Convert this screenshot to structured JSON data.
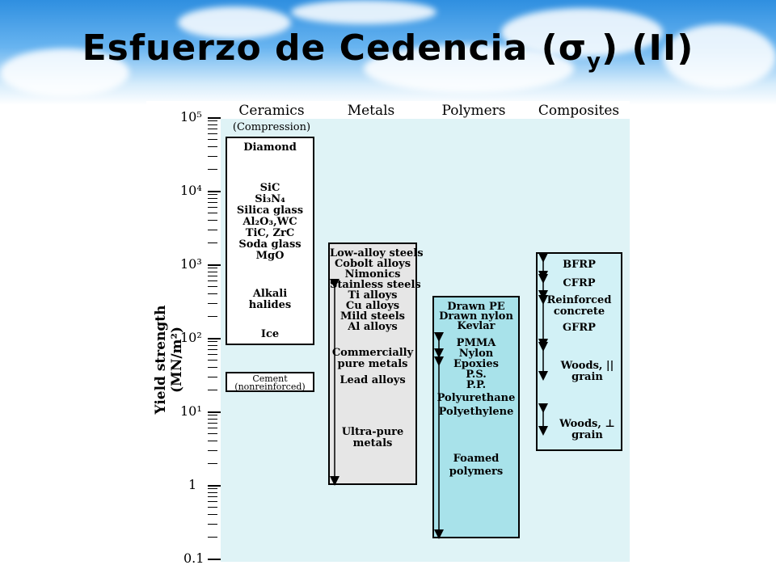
{
  "slide": {
    "title_main": "Esfuerzo de Cedencia (σ",
    "title_sub": "y",
    "title_tail": ")  (II)"
  },
  "figure": {
    "y_axis_title": "Yield strength (MN/m²)",
    "y_ticks": [
      "10⁵",
      "10⁴",
      "10³",
      "10²",
      "10¹",
      "1",
      "0.1"
    ],
    "columns": [
      "Ceramics",
      "Metals",
      "Polymers",
      "Composites"
    ],
    "ceramics": {
      "subtitle": "(Compression)",
      "items": [
        "Diamond",
        "SiC",
        "Si₃N₄",
        "Silica glass",
        "Al₂O₃,WC",
        "TiC, ZrC",
        "Soda glass",
        "MgO",
        "Alkali",
        "halides",
        "Ice"
      ],
      "cement_line1": "Cement",
      "cement_line2": "(nonreinforced)"
    },
    "metals": {
      "items": [
        "Low-alloy steels",
        "Cobolt alloys",
        "Nimonics",
        "Stainless steels",
        "Ti alloys",
        "Cu alloys",
        "Mild steels",
        "Al alloys",
        "Commercially",
        "pure metals",
        "Lead alloys",
        "Ultra-pure",
        "metals"
      ]
    },
    "polymers": {
      "items": [
        "Drawn PE",
        "Drawn nylon",
        "Kevlar",
        "PMMA",
        "Nylon",
        "Epoxies",
        "P.S.",
        "P.P.",
        "Polyurethane",
        "Polyethylene",
        "Foamed",
        "polymers"
      ]
    },
    "composites": {
      "items": [
        "BFRP",
        "CFRP",
        "Reinforced",
        "concrete",
        "GFRP",
        "Woods, ||",
        "grain",
        "Woods, ⊥",
        "grain"
      ]
    },
    "colors": {
      "plot_background": "#dff3f6",
      "metals_box": "#e6e6e6",
      "polymers_box": "#a8e2ea",
      "composites_box": "#d2f1f6",
      "ceramics_box": "#ffffff"
    }
  }
}
